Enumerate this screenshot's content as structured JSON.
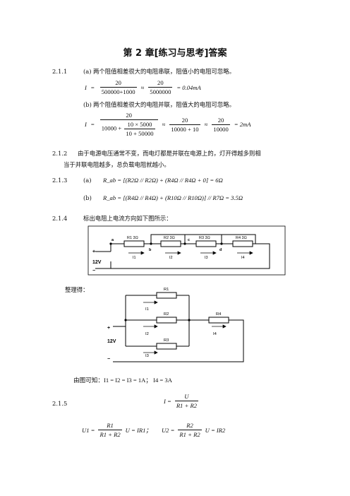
{
  "title": "第 2 章[练习与思考]答案",
  "s211": {
    "num": "2.1.1",
    "a_label": "(a)",
    "a_text": "两个阻值相差很大的电阻串联，阻值小的电阻可忽略。",
    "a_eq": {
      "I": "I",
      "n1": "20",
      "d1": "500000+1000",
      "approx": "≈",
      "n2": "20",
      "d2": "5000000",
      "res": "= 0.04mA"
    },
    "b_label": "(b)",
    "b_text": "两个阻值相差很大的电阻并联，阻值大的电阻可忽略。",
    "b_eq": {
      "I": "I",
      "n1": "20",
      "lead": "10000 +",
      "in_n": "10 × 5000",
      "in_d": "10 + 50000",
      "n2": "20",
      "d2": "10000 + 10",
      "n3": "20",
      "d3": "10000",
      "res": "= 2mA"
    }
  },
  "s212": {
    "num": "2.1.2",
    "line1": "由于电源电压通常不变，而电灯都是并联在电源上的，灯开得越多则相",
    "line2": "当于并联电阻越多，总负载电阻就越小。"
  },
  "s213": {
    "num": "2.1.3",
    "a_label": "(a)",
    "a_eq": "R_ab = [(R2Ω // R2Ω) + (R4Ω // R4Ω + 0] = 6Ω",
    "b_label": "(b)",
    "b_eq": "R_ab = [(R4Ω // R4Ω) + (R10Ω // R10Ω)] // R7Ω = 3.5Ω"
  },
  "s214": {
    "num": "2.1.4",
    "text": "标出电阻上电流方向如下图所示：",
    "fig1": {
      "r1": "R1 3Ω",
      "r2": "R2 3Ω",
      "r3": "R3 3Ω",
      "r4": "R4 3Ω",
      "node_a": "a",
      "node_b": "b",
      "node_c": "c",
      "node_d": "d",
      "i1": "I1",
      "i2": "I2",
      "i3": "I3",
      "i4": "I4",
      "plus": "+",
      "minus": "−",
      "volt": "12V"
    },
    "tidy": "整理得：",
    "fig2": {
      "r1": "R1",
      "r2": "R2",
      "r3": "R3",
      "r4": "R4",
      "i1": "I1",
      "i2": "I2",
      "i3": "I3",
      "i4": "I4",
      "plus": "+",
      "minus": "−",
      "volt": "12V"
    },
    "conclusion": "由图可知：I1 = I2 = I3 = 1A；  I4 = 3A"
  },
  "s215": {
    "num": "2.1.5",
    "eq1": {
      "I": "I =",
      "n": "U",
      "d": "R1 + R2"
    },
    "eq2": {
      "u1": "U1 =",
      "n1": "R1",
      "d1": "R1 + R2",
      "t1": "U = IR1；",
      "u2": "U2 =",
      "n2": "R2",
      "d2": "R1 + R2",
      "t2": "U = IR2"
    }
  }
}
